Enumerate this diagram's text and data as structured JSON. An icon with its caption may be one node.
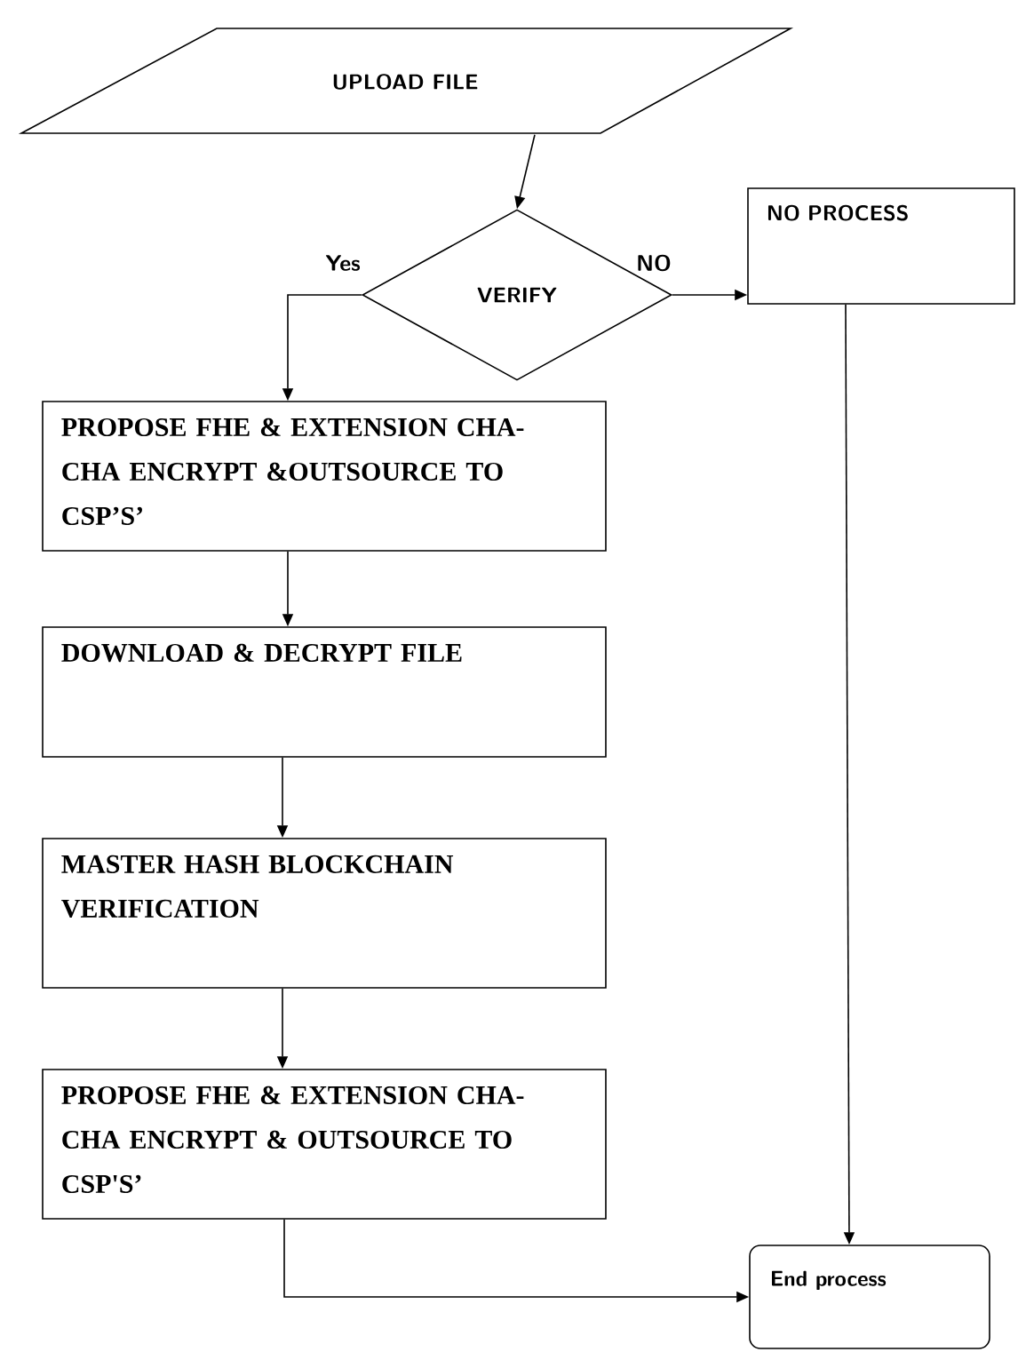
{
  "diagram": {
    "nodes": [
      {
        "text": [
          "UPLOAD FILE"
        ]
      },
      {
        "text": [
          "VERIFY"
        ]
      },
      {
        "text": [
          "NO PROCESS"
        ]
      },
      {
        "text": [
          "PROPOSE FHE & EXTENSION CHA- CHA ENCRYPT &OUTSOURCE TO CSP’S’"
        ]
      },
      {
        "text": [
          "DOWNLOAD & DECRYPT FILE"
        ]
      },
      {
        "text": [
          "MASTER HASH BLOCKCHAIN VERIFICATION"
        ]
      },
      {
        "text": [
          "PROPOSE FHE & EXTENSION CHA- CHA ENCRYPT & OUTSOURCE TO CSP'S’"
        ]
      },
      {
        "text": [
          "End process"
        ]
      }
    ],
    "edges": [
      {
        "from": 0,
        "to": 1,
        "arrow": "to"
      },
      {
        "from": 1,
        "to": 3,
        "arrow": "to",
        "label": "Yes"
      },
      {
        "from": 1,
        "to": 2,
        "arrow": "to",
        "label": "NO"
      },
      {
        "from": 3,
        "to": 4,
        "arrow": "to"
      },
      {
        "from": 4,
        "to": 5,
        "arrow": "to"
      },
      {
        "from": 5,
        "to": 6,
        "arrow": "to"
      },
      {
        "from": 2,
        "to": 7,
        "arrow": "to"
      },
      {
        "from": 6,
        "to": 7,
        "arrow": "to"
      }
    ]
  }
}
